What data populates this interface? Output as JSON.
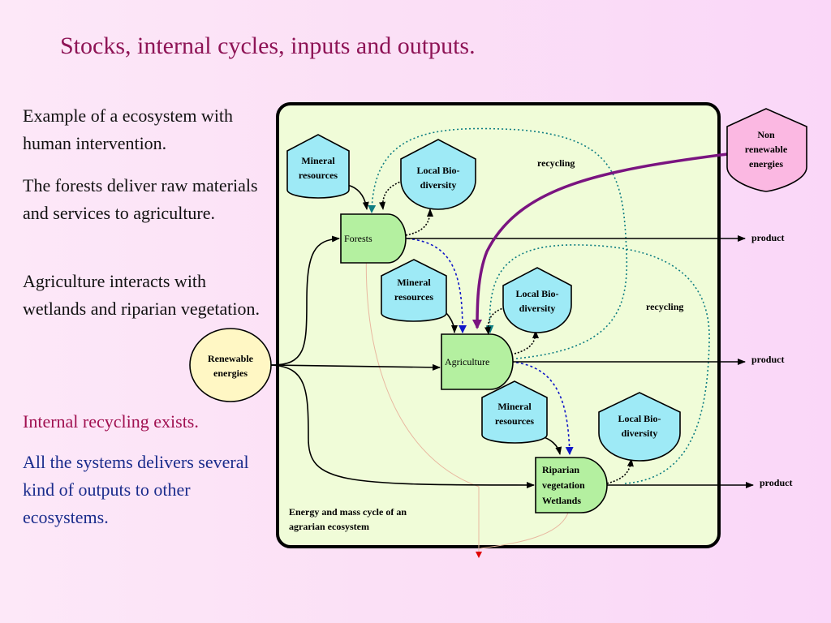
{
  "slide": {
    "title": "Stocks, internal cycles, inputs and outputs.",
    "paragraphs": [
      "Example of a ecosystem with human intervention.",
      "The forests deliver raw materials and services to agriculture.",
      "Agriculture interacts with wetlands and riparian vegetation.",
      "Internal recycling exists.",
      "All the systems delivers several kind of outputs to other ecosystems."
    ]
  },
  "diagram": {
    "caption_line1": "Energy and mass cycle of an",
    "caption_line2": "agrarian ecosystem",
    "nodes": {
      "renewable": {
        "line1": "Renewable",
        "line2": "energies"
      },
      "non_renewable": {
        "line1": "Non",
        "line2": "renewable",
        "line3": "energies"
      },
      "forests": "Forests",
      "agriculture": "Agriculture",
      "riparian": {
        "line1": "Riparian",
        "line2": "vegetation",
        "line3": "Wetlands"
      },
      "mineral": {
        "line1": "Mineral",
        "line2": "resources"
      },
      "biodiversity": {
        "line1": "Local Bio-",
        "line2": "diversity"
      }
    },
    "labels": {
      "recycling": "recycling",
      "product": "product"
    },
    "colors": {
      "panel": "#f0fcd8",
      "stock": "#b4f0a0",
      "resource": "#9eeaf6",
      "renewable": "#fff7c4",
      "non_renewable": "#fbb8e2",
      "non_renewable_arrow": "#7a1480",
      "recycling": "#0e7e82",
      "dependency": "#1018c8"
    }
  }
}
